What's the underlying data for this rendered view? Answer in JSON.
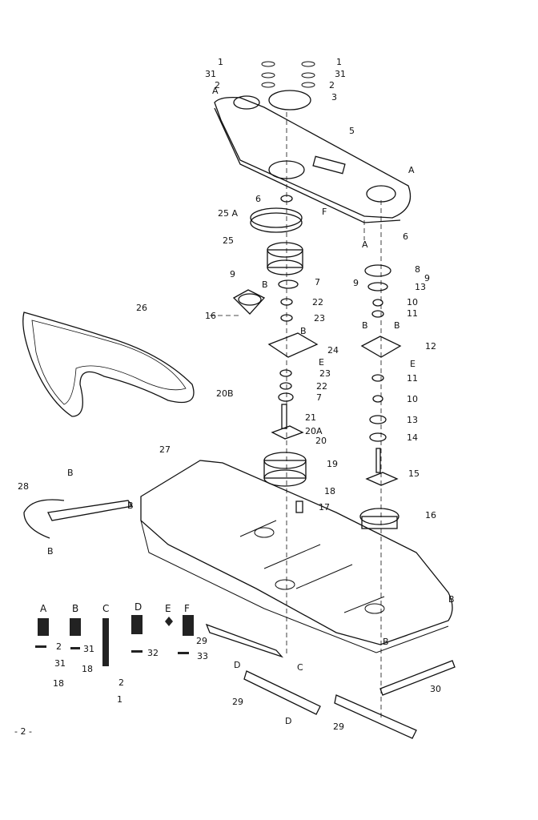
{
  "diagram": {
    "page_number": "- 2 -",
    "callouts": [
      "1",
      "31",
      "2",
      "1",
      "31",
      "2",
      "3",
      "A",
      "5",
      "A",
      "6",
      "25 A",
      "F",
      "A",
      "6",
      "25",
      "8",
      "9",
      "9",
      "9",
      "7",
      "13",
      "22",
      "10",
      "11",
      "16",
      "23",
      "26",
      "B",
      "B",
      "B",
      "B",
      "12",
      "24",
      "E",
      "E",
      "23",
      "11",
      "22",
      "10",
      "7",
      "20B",
      "21",
      "13",
      "20A",
      "20",
      "14",
      "27",
      "19",
      "15",
      "28",
      "B",
      "18",
      "17",
      "16",
      "B",
      "B",
      "B",
      "B",
      "29",
      "D",
      "C",
      "30",
      "29",
      "D",
      "29"
    ],
    "hardware_legend": {
      "letters": [
        "A",
        "B",
        "C",
        "D",
        "E",
        "F"
      ],
      "items": [
        "2",
        "31",
        "18",
        "31",
        "18",
        "2",
        "1",
        "32",
        "33"
      ]
    }
  }
}
